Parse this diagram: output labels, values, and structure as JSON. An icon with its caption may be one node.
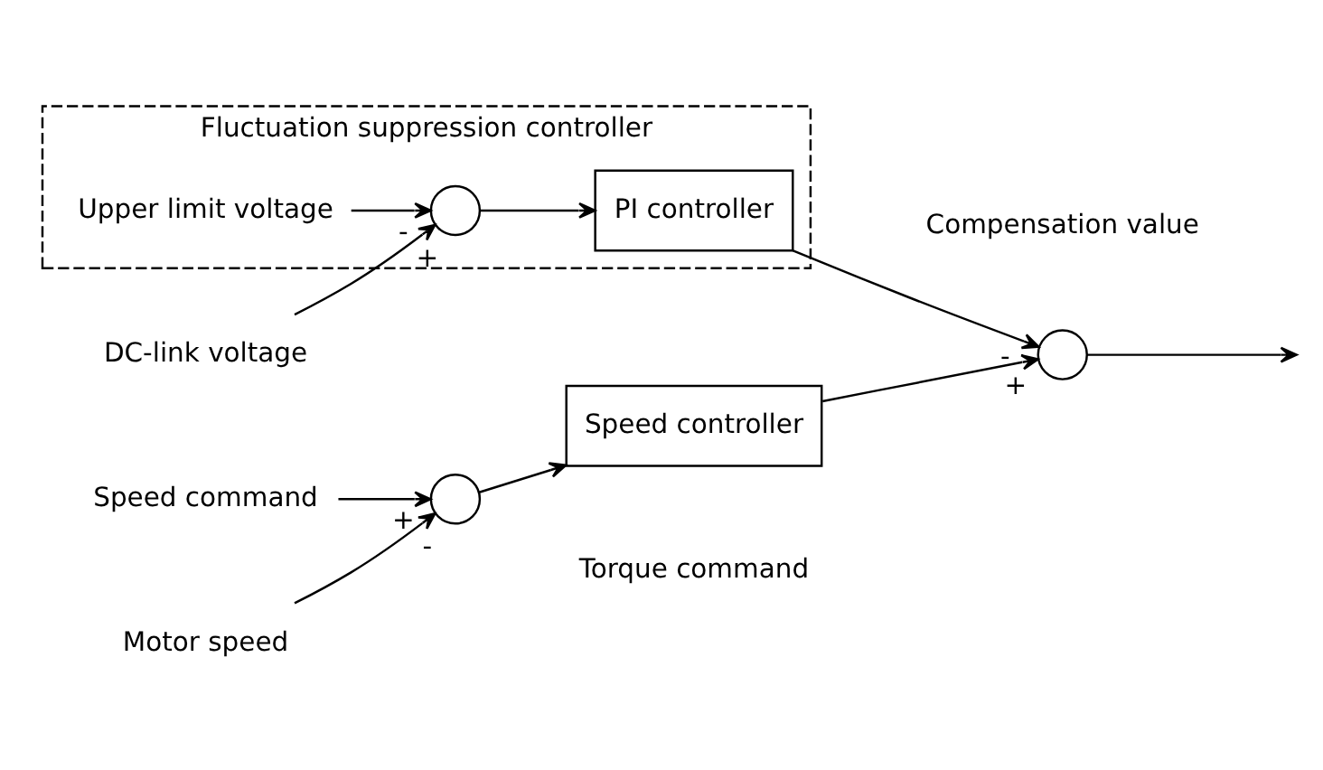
{
  "diagram": {
    "nodes": [
      {
        "text": [
          "Fluctuation suppression controller"
        ]
      },
      {
        "text": [
          "Upper limit voltage"
        ],
        "in": 0
      },
      {
        "text": [],
        "shape": "circle",
        "in": 0
      },
      {
        "text": [
          "PI controller"
        ],
        "in": 0
      },
      {
        "text": [
          "DC-link voltage"
        ]
      },
      {
        "text": [
          "Speed command"
        ]
      },
      {
        "text": [],
        "shape": "circle"
      },
      {
        "text": [
          "Speed controller"
        ]
      },
      {
        "text": [
          "Motor speed"
        ]
      },
      {
        "text": [],
        "shape": "circle"
      }
    ],
    "edges": [
      {
        "from": 1,
        "to": 2,
        "arrow": "to",
        "label": "-"
      },
      {
        "from": 4,
        "to": 2,
        "arrow": "to",
        "label": "+"
      },
      {
        "from": 2,
        "to": 3,
        "arrow": "to"
      },
      {
        "from": 3,
        "to": 9,
        "arrow": "to",
        "label": "-"
      },
      {
        "from": 5,
        "to": 6,
        "arrow": "to",
        "label": "+"
      },
      {
        "from": 8,
        "to": 6,
        "arrow": "to",
        "label": "-"
      },
      {
        "from": 6,
        "to": 7,
        "arrow": "to"
      },
      {
        "from": 7,
        "to": 9,
        "arrow": "to",
        "label": "+"
      },
      {
        "from": 9,
        "to": null,
        "arrow": "to"
      }
    ],
    "labels": [
      "Compensation value",
      "Torque command"
    ]
  }
}
